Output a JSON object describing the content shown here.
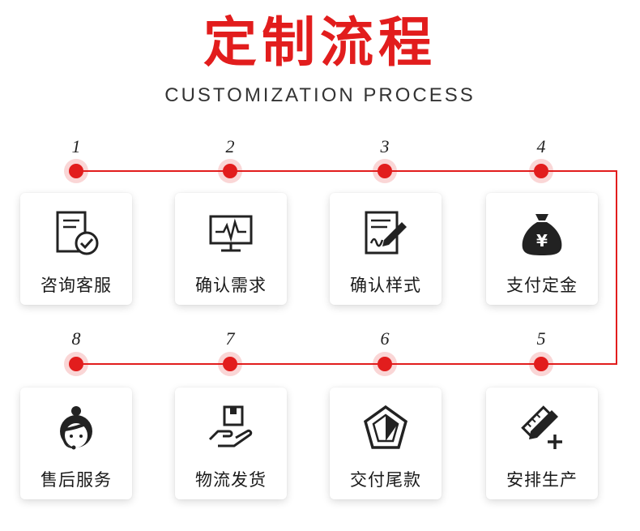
{
  "title": "定制流程",
  "subtitle": "CUSTOMIZATION PROCESS",
  "steps": [
    {
      "num": "1",
      "label": "咨询客服",
      "icon": "document-check-icon"
    },
    {
      "num": "2",
      "label": "确认需求",
      "icon": "monitor-pulse-icon"
    },
    {
      "num": "3",
      "label": "确认样式",
      "icon": "document-sign-icon"
    },
    {
      "num": "4",
      "label": "支付定金",
      "icon": "money-bag-icon"
    },
    {
      "num": "5",
      "label": "安排生产",
      "icon": "pencil-ruler-plus-icon"
    },
    {
      "num": "6",
      "label": "交付尾款",
      "icon": "diamond-pentagon-icon"
    },
    {
      "num": "7",
      "label": "物流发货",
      "icon": "hand-package-icon"
    },
    {
      "num": "8",
      "label": "售后服务",
      "icon": "customer-service-headset-icon"
    }
  ],
  "colors": {
    "accent": "#e21d1d",
    "text": "#1a1a1a"
  }
}
